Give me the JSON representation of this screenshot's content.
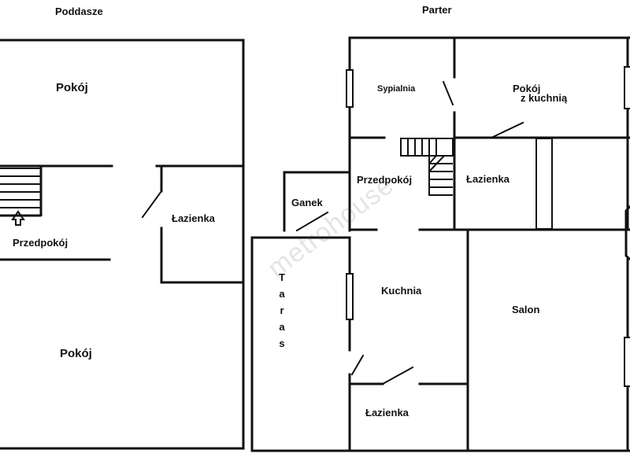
{
  "titles": {
    "left": "Poddasze",
    "right": "Parter"
  },
  "attic": {
    "room_top": "Pokój",
    "room_bottom": "Pokój",
    "hall": "Przedpokój",
    "bathroom": "Łazienka"
  },
  "ground": {
    "bedroom": "Sypialnia",
    "room_kitchen_line1": "Pokój",
    "room_kitchen_line2": "z kuchnią",
    "hall": "Przedpokój",
    "bathroom_upper": "Łazienka",
    "porch": "Ganek",
    "terrace": "Taras",
    "kitchen": "Kuchnia",
    "living_room": "Salon",
    "bathroom_lower": "Łazienka"
  },
  "watermark": "metrohouse",
  "colors": {
    "walls": "#111111",
    "window": "#ffffff",
    "watermark": "#5a5a5a"
  }
}
